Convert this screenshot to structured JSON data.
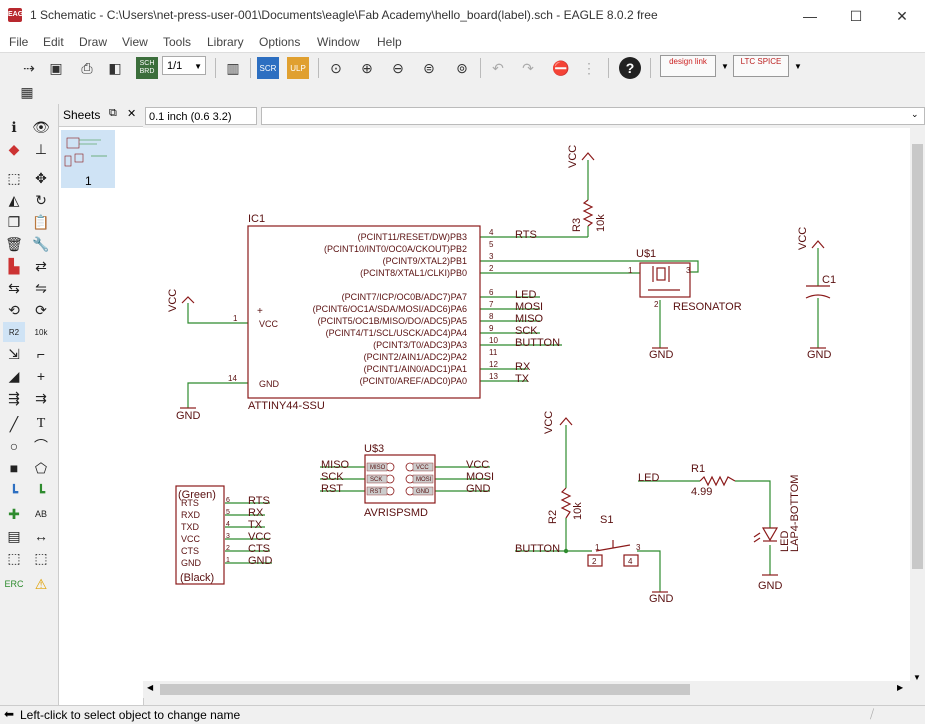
{
  "window": {
    "title": "1 Schematic - C:\\Users\\net-press-user-001\\Documents\\eagle\\Fab Academy\\hello_board(label).sch - EAGLE 8.0.2 free",
    "app_icon_text": "EAGLE",
    "minimize": "—",
    "maximize": "☐",
    "close": "✕"
  },
  "menu": [
    "File",
    "Edit",
    "Draw",
    "View",
    "Tools",
    "Library",
    "Options",
    "Window",
    "Help"
  ],
  "toolbar": {
    "zoom_value": "1/1",
    "sch_brd_label": "SCH BRD",
    "scr_label": "SCR",
    "ulp_label": "ULP",
    "help_label": "?",
    "designlink_label": "design link",
    "ltspice_label": "LTC SPICE"
  },
  "sheets_panel": {
    "title": "Sheets",
    "sheet_number": "1"
  },
  "coordinate": "0.1 inch (0.6 3.2)",
  "command_line": "",
  "status": "Left-click to select object to change name",
  "colors": {
    "wire": "#2e8b2e",
    "symbol": "#8b1a1a",
    "text": "#5a1010",
    "pin": "#8b1a1a"
  },
  "schematic": {
    "ic1": {
      "name": "IC1",
      "value": "ATTINY44-SSU",
      "left_pins": [
        {
          "num": "1",
          "label": "VCC"
        },
        {
          "num": "14",
          "label": "GND"
        }
      ],
      "right_pins": [
        {
          "num": "4",
          "label": "(PCINT11/RESET/DW)PB3"
        },
        {
          "num": "5",
          "label": "(PCINT10/INT0/OC0A/CKOUT)PB2"
        },
        {
          "num": "3",
          "label": "(PCINT9/XTAL2)PB1"
        },
        {
          "num": "2",
          "label": "(PCINT8/XTAL1/CLKI)PB0"
        },
        {
          "num": "6",
          "label": "(PCINT7/ICP/OC0B/ADC7)PA7"
        },
        {
          "num": "7",
          "label": "(PCINT6/OC1A/SDA/MOSI/ADC6)PA6"
        },
        {
          "num": "8",
          "label": "(PCINT5/OC1B/MISO/DO/ADC5)PA5"
        },
        {
          "num": "9",
          "label": "(PCINT4/T1/SCL/USCK/ADC4)PA4"
        },
        {
          "num": "10",
          "label": "(PCINT3/T0/ADC3)PA3"
        },
        {
          "num": "11",
          "label": "(PCINT2/AIN1/ADC2)PA2"
        },
        {
          "num": "12",
          "label": "(PCINT1/AIN0/ADC1)PA1"
        },
        {
          "num": "13",
          "label": "(PCINT0/AREF/ADC0)PA0"
        }
      ],
      "net_labels": [
        "RTS",
        "",
        "",
        "",
        "LED",
        "MOSI",
        "MISO",
        "SCK",
        "BUTTON",
        "",
        "RX",
        "TX"
      ],
      "plus": "+"
    },
    "vcc": "VCC",
    "gnd": "GND",
    "r3": {
      "name": "R3",
      "value": "10k"
    },
    "r2": {
      "name": "R2",
      "value": "10k"
    },
    "r1": {
      "name": "R1",
      "value": "4.99"
    },
    "resonator": {
      "name": "U$1",
      "value": "RESONATOR",
      "pins": [
        "1",
        "2",
        "3"
      ]
    },
    "c1": {
      "name": "C1"
    },
    "u3": {
      "name": "U$3",
      "value": "AVRISPSMD",
      "left_nets": [
        "MISO",
        "SCK",
        "RST"
      ],
      "left_pins": [
        "MISO",
        "SCK",
        "RST"
      ],
      "right_pins": [
        "VCC",
        "MOSI",
        "GND"
      ],
      "right_nets": [
        "VCC",
        "MOSI",
        "GND"
      ]
    },
    "ftdi": {
      "top": "(Green)",
      "bottom": "(Black)",
      "pins": [
        "RTS",
        "RXD",
        "TXD",
        "VCC",
        "CTS",
        "GND"
      ],
      "nums": [
        "6",
        "5",
        "4",
        "3",
        "2",
        "1"
      ],
      "nets": [
        "RTS",
        "RX",
        "TX",
        "VCC",
        "CTS",
        "GND"
      ]
    },
    "s1": {
      "name": "S1",
      "pins": [
        "1",
        "2",
        "3",
        "4"
      ],
      "net": "BUTTON"
    },
    "led": {
      "net": "LED",
      "name": "LED",
      "value": "LAP4-BOTTOM"
    }
  }
}
